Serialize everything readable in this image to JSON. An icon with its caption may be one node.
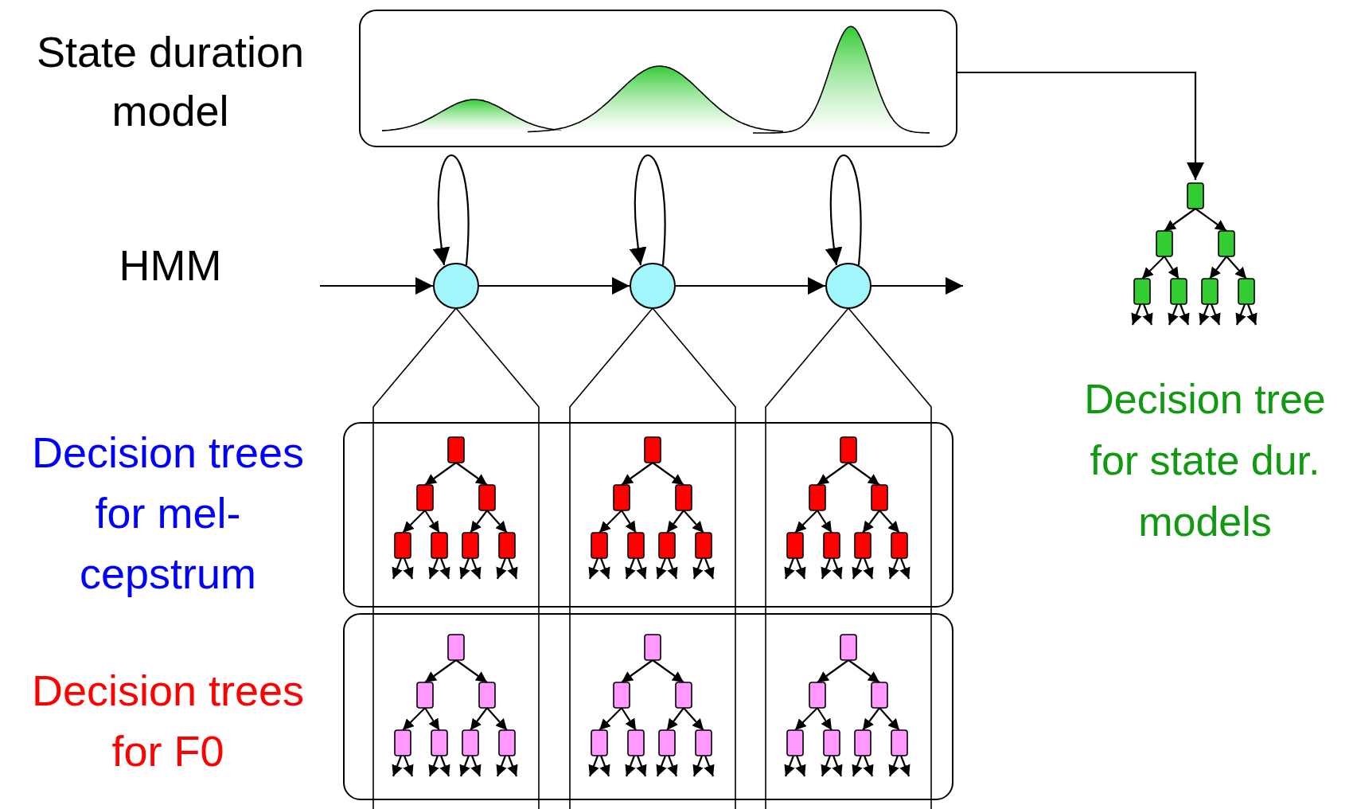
{
  "diagram": {
    "nodes": [
      {
        "text": [],
        "shape": "box",
        "beside": [
          "State duration model"
        ]
      },
      {
        "text": [],
        "shape": "circle"
      },
      {
        "text": [],
        "shape": "circle"
      },
      {
        "text": [],
        "shape": "circle"
      },
      {
        "text": [],
        "shape": "picture",
        "beside": [
          "Decision tree for state dur. models"
        ]
      },
      {
        "text": [],
        "shape": "box",
        "beside": [
          "Decision trees for mel-cepstrum"
        ]
      },
      {
        "text": [],
        "shape": "picture",
        "in": 5
      },
      {
        "text": [],
        "shape": "picture",
        "in": 5
      },
      {
        "text": [],
        "shape": "picture",
        "in": 5
      },
      {
        "text": [],
        "shape": "box",
        "beside": [
          "Decision trees for F0"
        ]
      },
      {
        "text": [],
        "shape": "picture",
        "in": 9
      },
      {
        "text": [],
        "shape": "picture",
        "in": 9
      },
      {
        "text": [],
        "shape": "picture",
        "in": 9
      }
    ],
    "edges": [
      {
        "from": null,
        "to": 1,
        "arrow": "to"
      },
      {
        "from": 1,
        "to": 1,
        "arrow": "to"
      },
      {
        "from": 1,
        "to": 2,
        "arrow": "to"
      },
      {
        "from": 2,
        "to": 2,
        "arrow": "to"
      },
      {
        "from": 2,
        "to": 3,
        "arrow": "to"
      },
      {
        "from": 3,
        "to": 3,
        "arrow": "to"
      },
      {
        "from": 3,
        "to": null,
        "arrow": "to"
      },
      {
        "from": 0,
        "to": 4,
        "arrow": "to"
      }
    ],
    "labels": [
      "HMM"
    ]
  }
}
